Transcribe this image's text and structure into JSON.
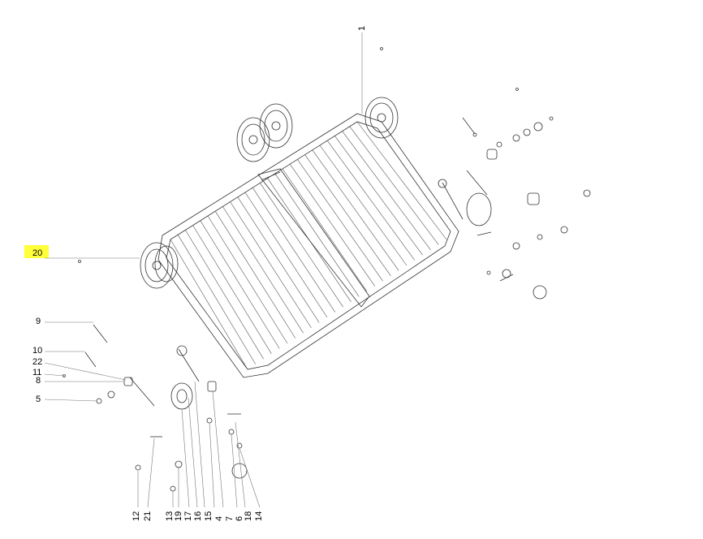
{
  "highlight_color": "#ffff3a",
  "callouts": {
    "left": [
      {
        "id": "c20",
        "text": "20",
        "highlighted": true
      },
      {
        "id": "c9",
        "text": "9"
      },
      {
        "id": "c10",
        "text": "10"
      },
      {
        "id": "c22",
        "text": "22"
      },
      {
        "id": "c11",
        "text": "11"
      },
      {
        "id": "c8",
        "text": "8"
      },
      {
        "id": "c5",
        "text": "5"
      }
    ],
    "top": [
      {
        "id": "c1",
        "text": "1"
      }
    ],
    "bottom": [
      {
        "id": "c12",
        "text": "12"
      },
      {
        "id": "c21",
        "text": "21"
      },
      {
        "id": "c13",
        "text": "13"
      },
      {
        "id": "c19",
        "text": "19"
      },
      {
        "id": "c17",
        "text": "17"
      },
      {
        "id": "c16",
        "text": "16"
      },
      {
        "id": "c15",
        "text": "15"
      },
      {
        "id": "c4",
        "text": "4"
      },
      {
        "id": "c7",
        "text": "7"
      },
      {
        "id": "c6",
        "text": "6"
      },
      {
        "id": "c18",
        "text": "18"
      },
      {
        "id": "c14",
        "text": "14"
      }
    ]
  }
}
